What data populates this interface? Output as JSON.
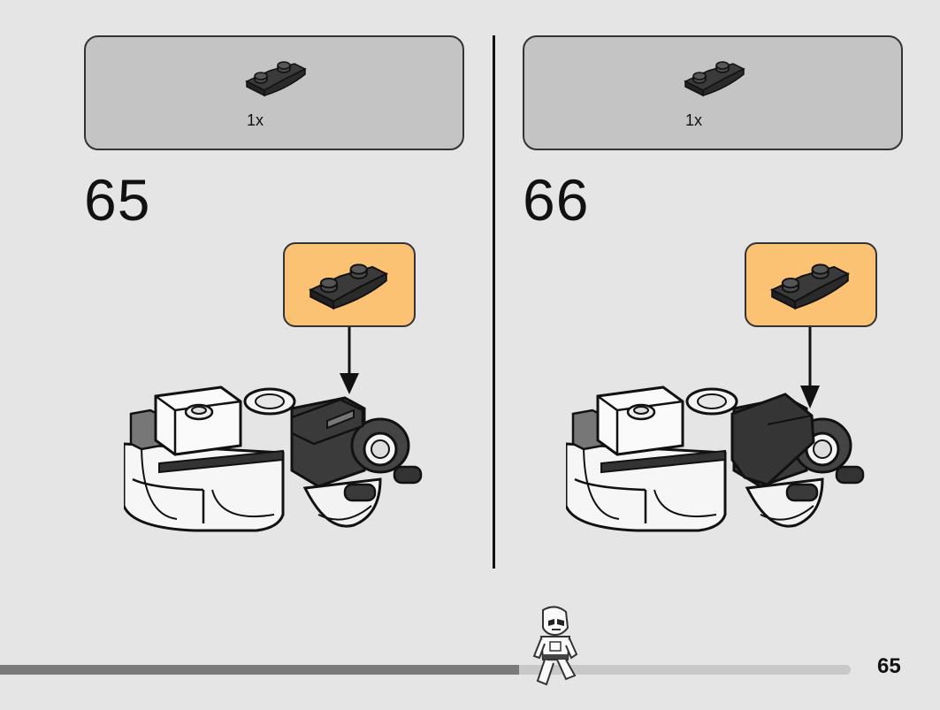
{
  "steps": [
    {
      "number": "65",
      "parts": [
        {
          "quantity": "1x",
          "icon": "dark-gray-inverted-slope-plate-icon"
        }
      ],
      "callout_icon": "dark-gray-inverted-slope-plate-icon"
    },
    {
      "number": "66",
      "parts": [
        {
          "quantity": "1x",
          "icon": "dark-gray-inverted-slope-plate-icon"
        }
      ],
      "callout_icon": "dark-gray-inverted-slope-plate-icon"
    }
  ],
  "footer": {
    "page_number": "65",
    "progress": 0.61,
    "progress_icon": "stormtrooper-figure-icon"
  },
  "colors": {
    "background": "#e5e5e5",
    "parts_box": "#c4c4c4",
    "callout": "#fbc273",
    "dark_part": "#3a3a3a",
    "progress_filled": "#7a7a7a",
    "progress_empty": "#c8c8c8"
  }
}
